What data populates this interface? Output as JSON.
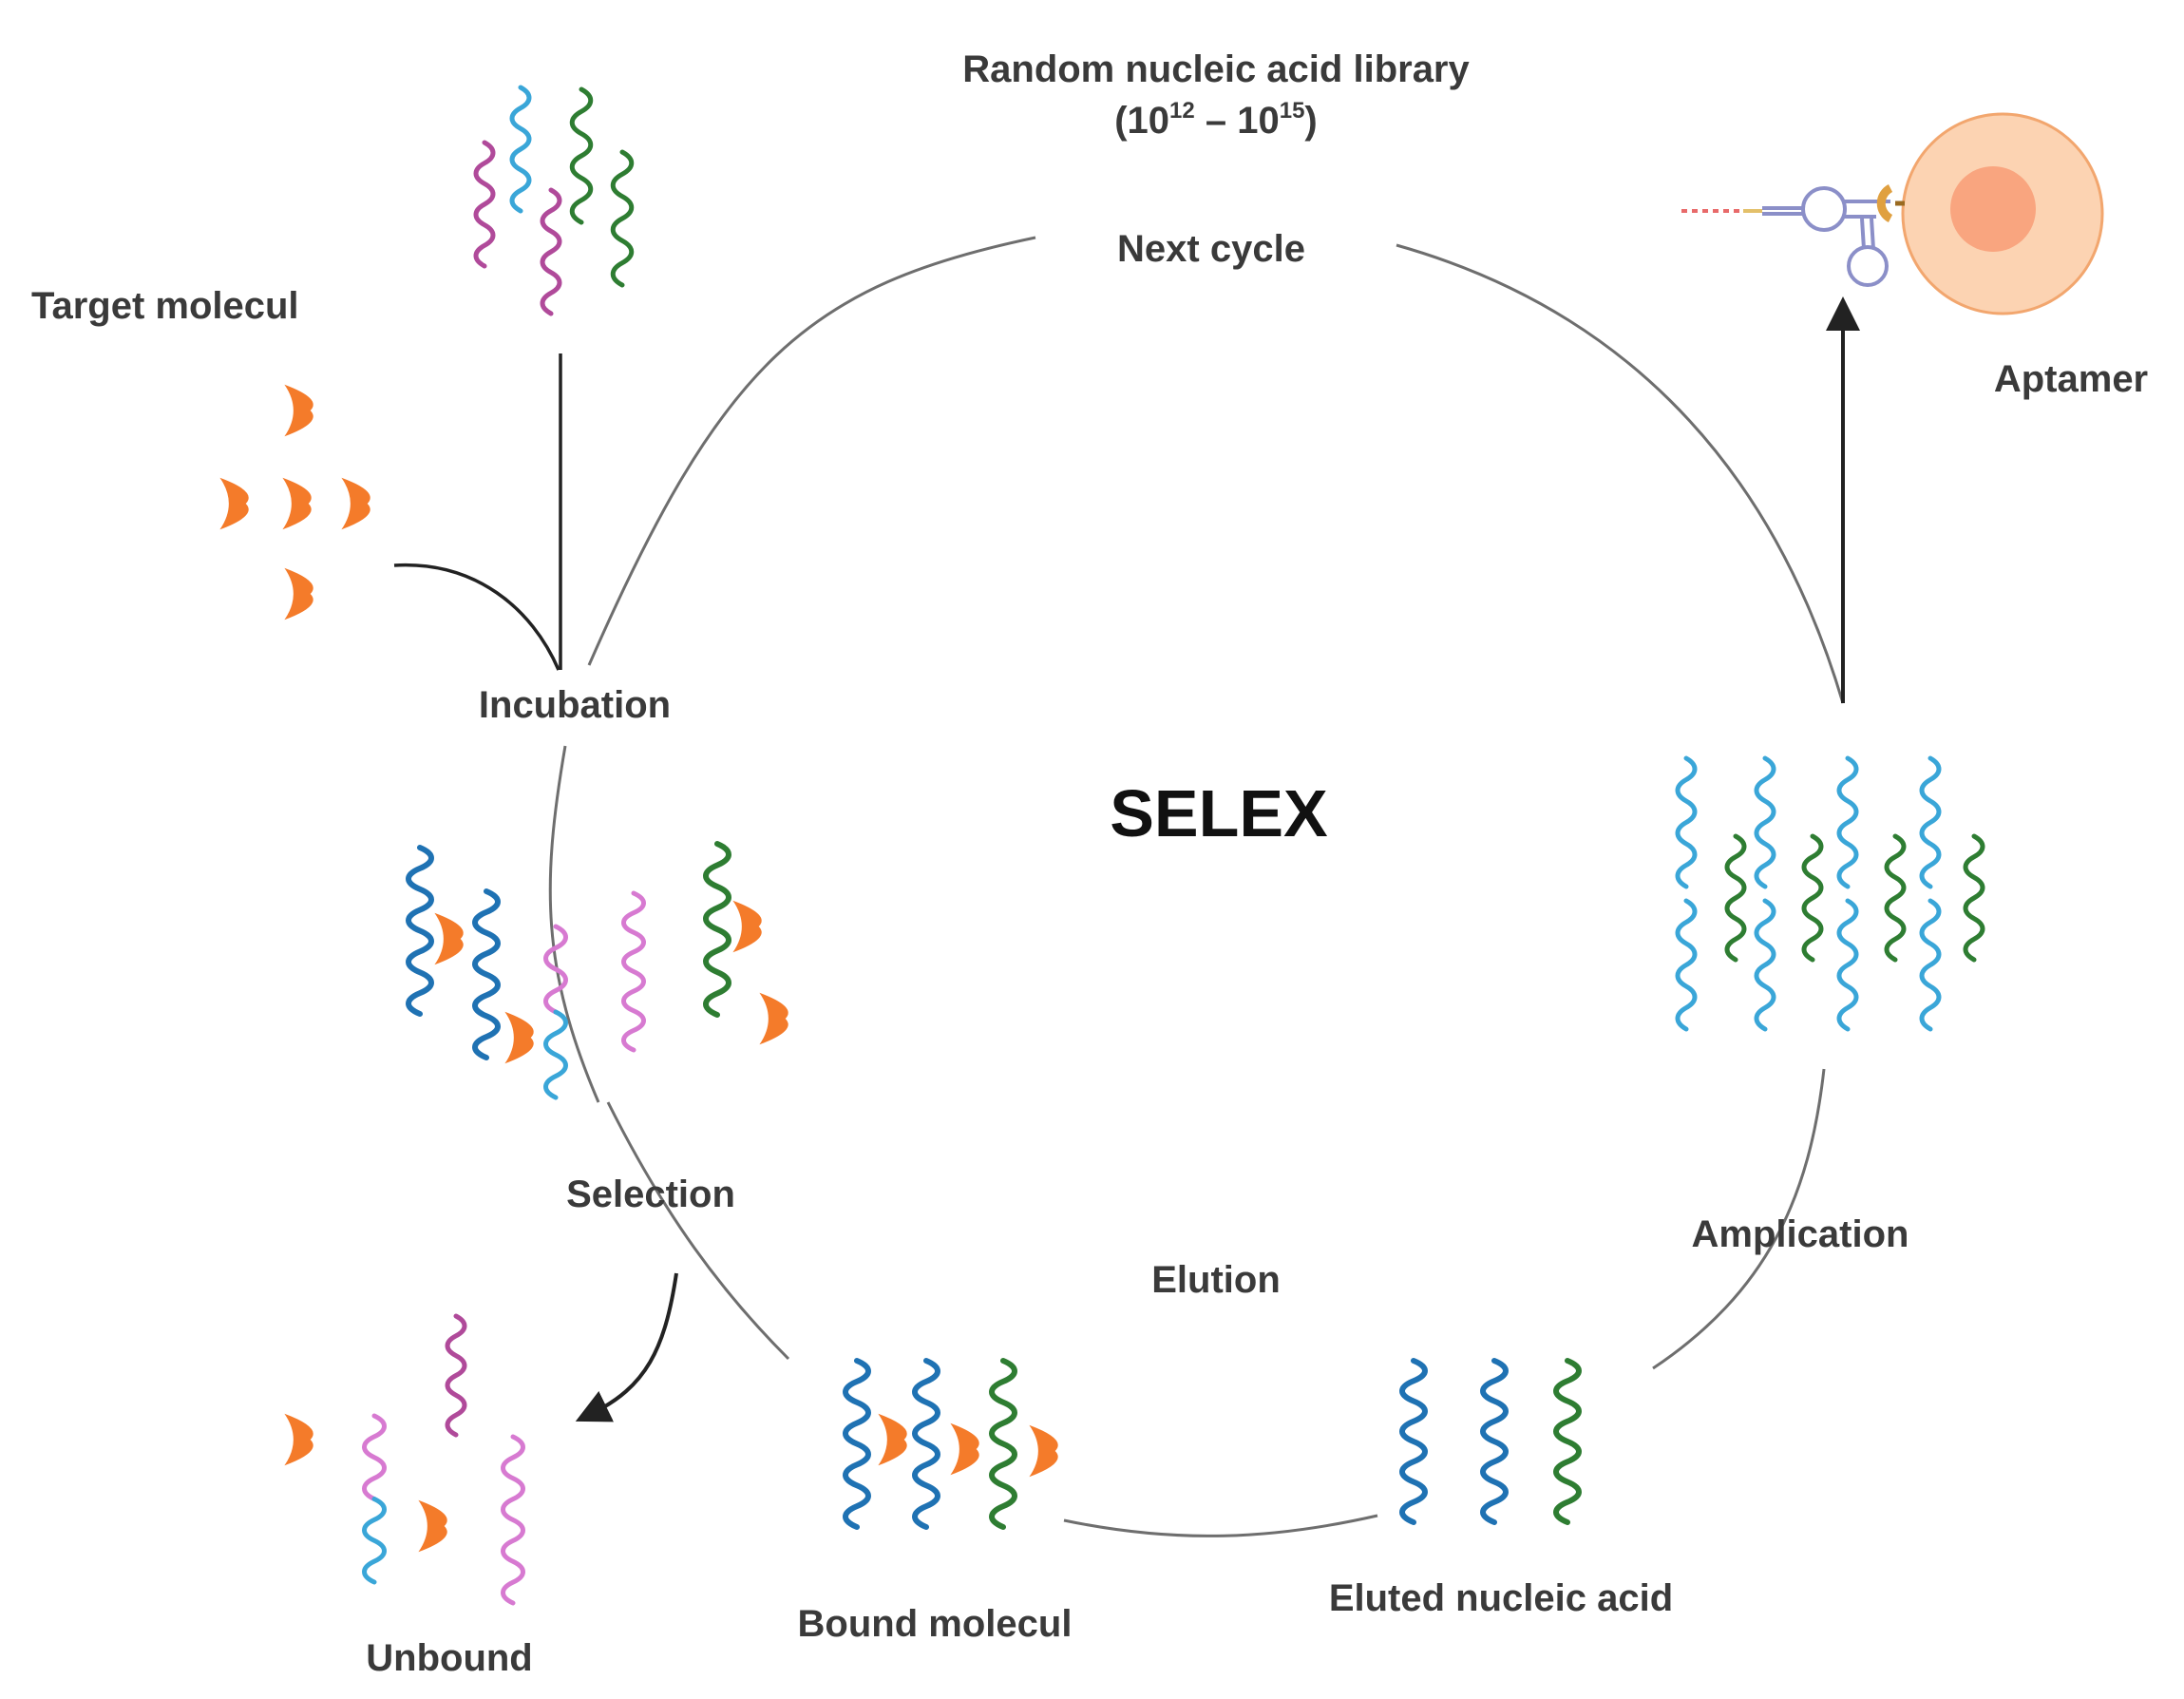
{
  "diagram": {
    "title": "SELEX",
    "labels": {
      "library_line1": "Random nucleic acid library",
      "library_open": "(10",
      "library_exp1": "12",
      "library_dash": " – 10",
      "library_exp2": "15",
      "library_close": ")",
      "next_cycle": "Next cycle",
      "target": "Target molecul",
      "incubation": "Incubation",
      "selection": "Selection",
      "unbound": "Unbound",
      "bound": "Bound molecul",
      "elution": "Elution",
      "eluted": "Eluted nucleic acid",
      "amplication": "Amplication",
      "aptamer": "Aptamer"
    },
    "colors": {
      "strand_blue": "#1f72b3",
      "strand_light_blue": "#3aa6d8",
      "strand_green": "#2e7d32",
      "strand_magenta": "#b04a9a",
      "strand_pink": "#d77ad1",
      "target": "#f47b2a",
      "cell_outer": "#fcd3b2",
      "cell_inner": "#f9a57f",
      "cycle_line": "#6e6e6e",
      "arrow": "#222222"
    }
  }
}
